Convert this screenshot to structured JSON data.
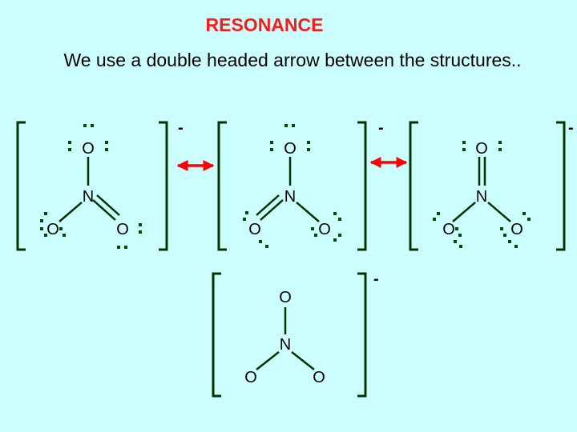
{
  "title": "RESONANCE",
  "subtitle": "We use a double headed arrow between the structures..",
  "colors": {
    "background": "#ccffff",
    "title": "#ff1a1a",
    "bracket": "#003300",
    "bond": "#003300",
    "electron": "#004d00",
    "arrow": "#ff0000"
  },
  "charge": "-",
  "structures": [
    {
      "name": "structure-1",
      "atoms": {
        "top": "O",
        "center": "N",
        "left": "O",
        "right": "O"
      },
      "bonds": {
        "top": "single",
        "left": "single",
        "right": "double"
      }
    },
    {
      "name": "structure-2",
      "atoms": {
        "top": "O",
        "center": "N",
        "left": "O",
        "right": "O"
      },
      "bonds": {
        "top": "single",
        "left": "double",
        "right": "single"
      }
    },
    {
      "name": "structure-3",
      "atoms": {
        "top": "O",
        "center": "N",
        "left": "O",
        "right": "O"
      },
      "bonds": {
        "top": "double",
        "left": "single",
        "right": "single"
      }
    },
    {
      "name": "resonance-hybrid",
      "atoms": {
        "top": "O",
        "center": "N",
        "left": "O",
        "right": "O"
      },
      "bonds": {
        "top": "single",
        "left": "single",
        "right": "single"
      }
    }
  ]
}
